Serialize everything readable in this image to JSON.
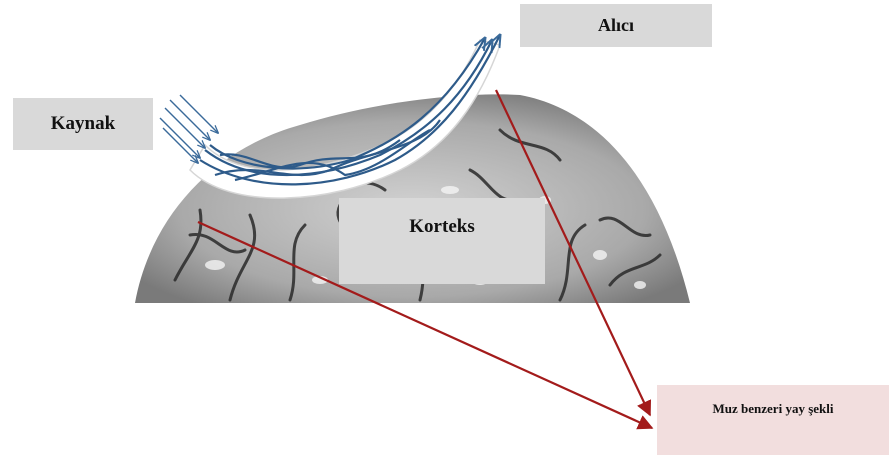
{
  "labels": {
    "receiver": "Alıcı",
    "source": "Kaynak",
    "cortex": "Korteks",
    "banana_arc": "Muz benzeri yay şekli"
  },
  "colors": {
    "arrow_red": "#a31b1b",
    "fiber_blue": "#2e5b8a",
    "label_bg": "#d9d9d9",
    "banana_label_bg": "#f2dede",
    "brain_gray": "#8c8c8c"
  },
  "icons": [
    "brain-hemisphere",
    "light-arc-banana",
    "incoming-arrows",
    "outgoing-arrows"
  ]
}
